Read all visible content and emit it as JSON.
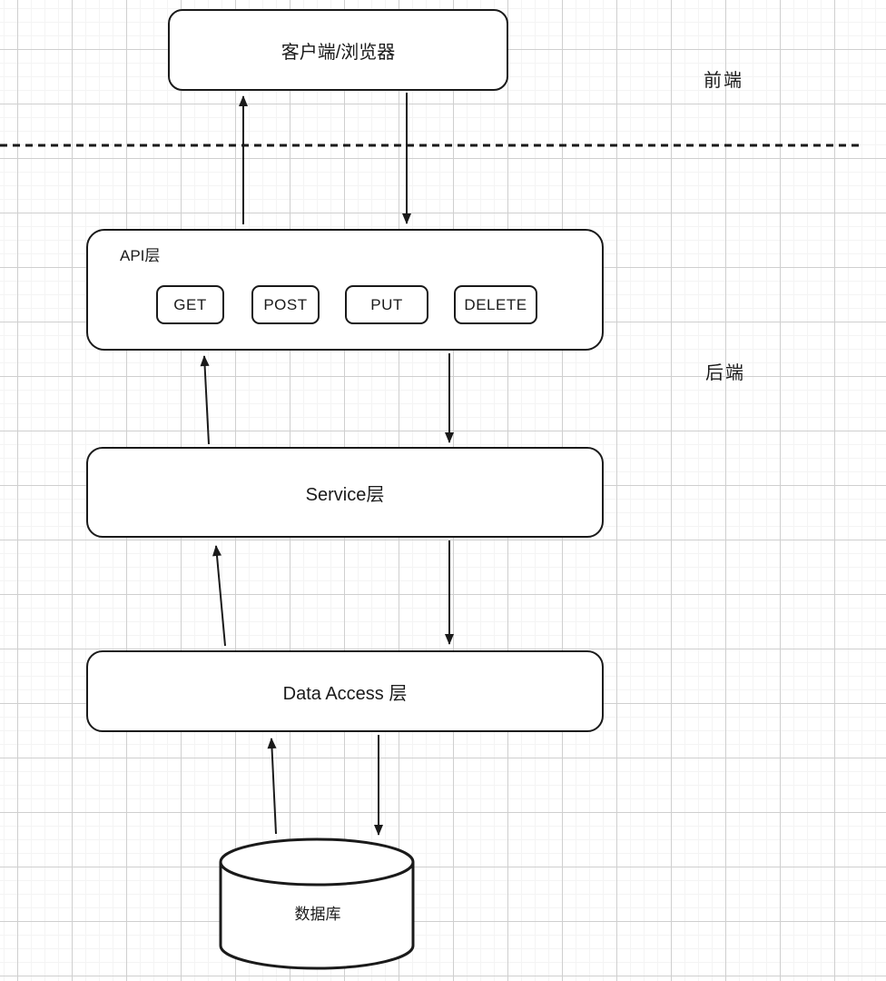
{
  "diagram": {
    "client": {
      "label": "客户端/浏览器"
    },
    "zones": {
      "frontend": "前端",
      "backend": "后端"
    },
    "api_layer": {
      "label": "API层",
      "buttons": [
        "GET",
        "POST",
        "PUT",
        "DELETE"
      ]
    },
    "service_layer": {
      "label": "Service层"
    },
    "data_access_layer": {
      "label": "Data Access 层"
    },
    "database": {
      "label": "数据库"
    },
    "colors": {
      "stroke": "#1a1a1a",
      "node_fill": "#ffffff",
      "grid_major": "#cfcfcf",
      "grid_minor": "#f4f4f4"
    }
  }
}
